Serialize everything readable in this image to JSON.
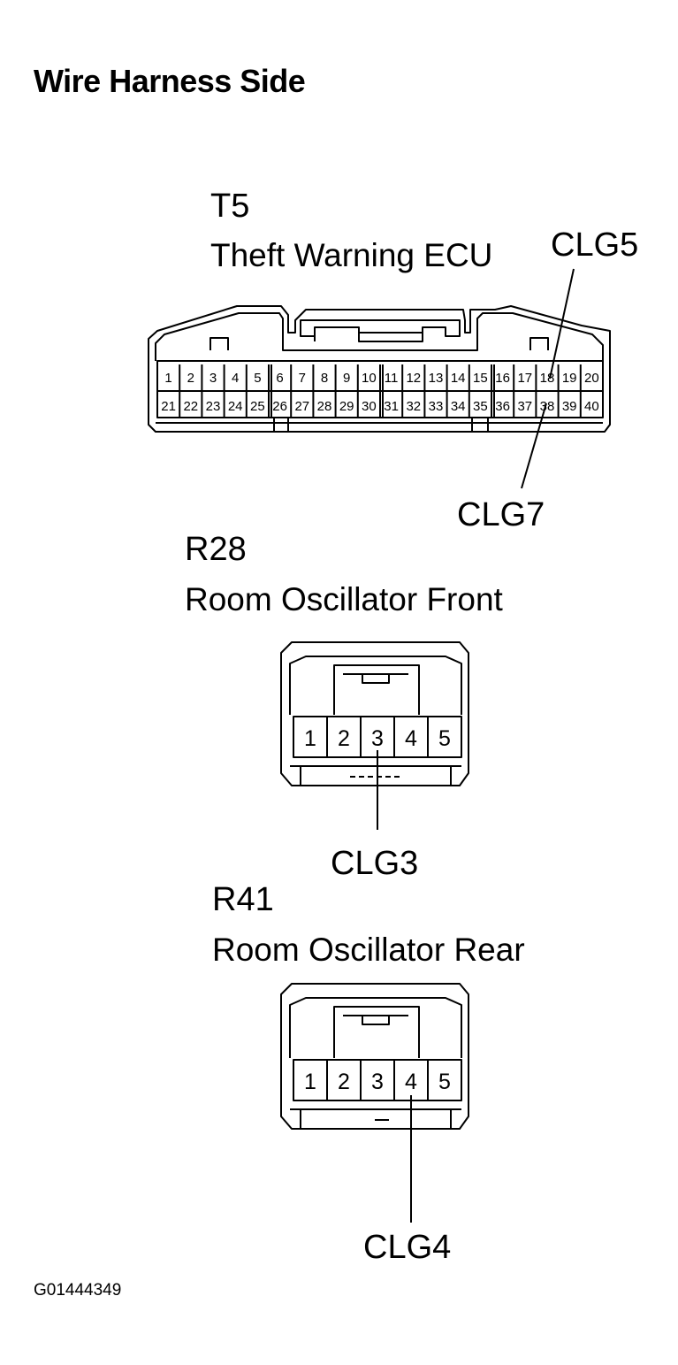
{
  "title": "Wire Harness Side",
  "figure_id": "G01444349",
  "connectors": [
    {
      "code": "T5",
      "name": "Theft Warning ECU",
      "pins_top": [
        "1",
        "2",
        "3",
        "4",
        "5",
        "6",
        "7",
        "8",
        "9",
        "10",
        "11",
        "12",
        "13",
        "14",
        "15",
        "16",
        "17",
        "18",
        "19",
        "20"
      ],
      "pins_bottom": [
        "21",
        "22",
        "23",
        "24",
        "25",
        "26",
        "27",
        "28",
        "29",
        "30",
        "31",
        "32",
        "33",
        "34",
        "35",
        "36",
        "37",
        "38",
        "39",
        "40"
      ],
      "callouts": [
        {
          "label": "CLG5",
          "pin": "18"
        },
        {
          "label": "CLG7",
          "pin": "38"
        }
      ]
    },
    {
      "code": "R28",
      "name": "Room Oscillator Front",
      "pins": [
        "1",
        "2",
        "3",
        "4",
        "5"
      ],
      "callouts": [
        {
          "label": "CLG3",
          "pin": "3"
        }
      ]
    },
    {
      "code": "R41",
      "name": "Room Oscillator Rear",
      "pins": [
        "1",
        "2",
        "3",
        "4",
        "5"
      ],
      "callouts": [
        {
          "label": "CLG4",
          "pin": "4"
        }
      ]
    }
  ]
}
